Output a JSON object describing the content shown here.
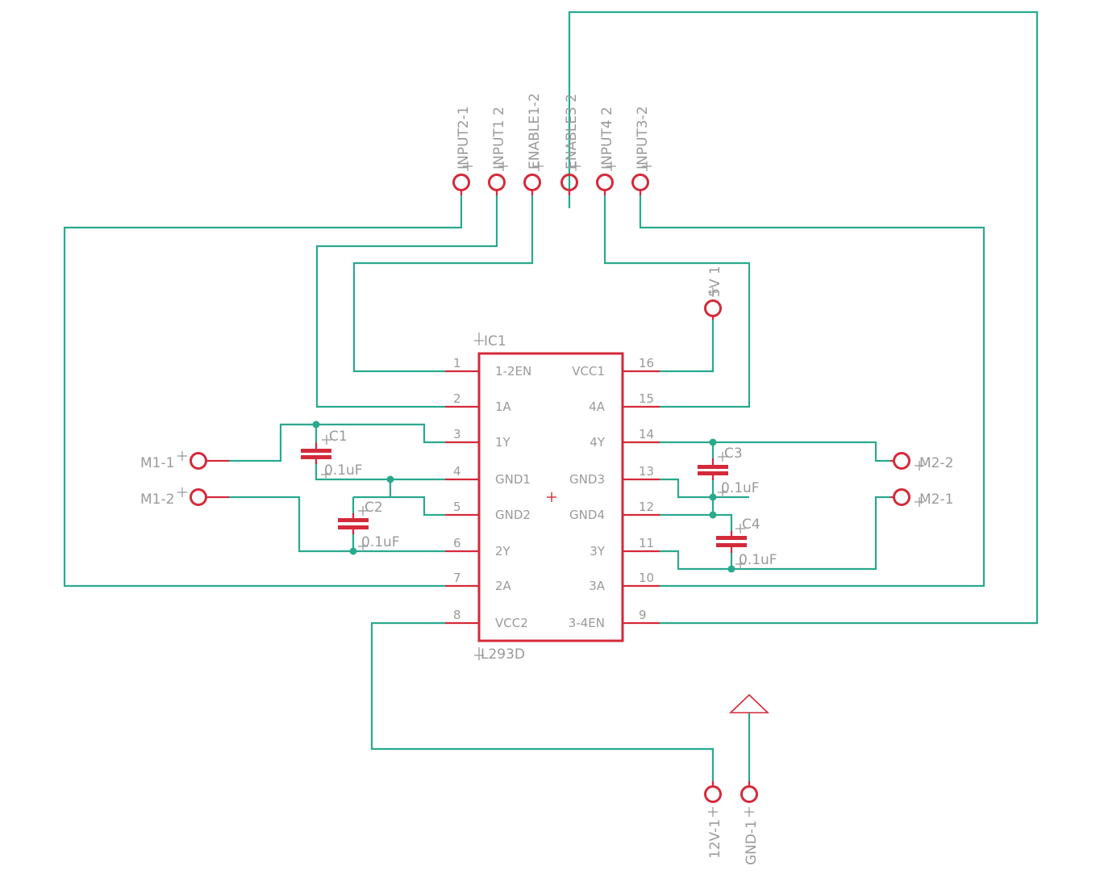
{
  "ic": {
    "name": "IC1",
    "value": "L293D",
    "left_pins": [
      {
        "num": "1",
        "name": "1-2EN"
      },
      {
        "num": "2",
        "name": "1A"
      },
      {
        "num": "3",
        "name": "1Y"
      },
      {
        "num": "4",
        "name": "GND1"
      },
      {
        "num": "5",
        "name": "GND2"
      },
      {
        "num": "6",
        "name": "2Y"
      },
      {
        "num": "7",
        "name": "2A"
      },
      {
        "num": "8",
        "name": "VCC2"
      }
    ],
    "right_pins": [
      {
        "num": "16",
        "name": "VCC1"
      },
      {
        "num": "15",
        "name": "4A"
      },
      {
        "num": "14",
        "name": "4Y"
      },
      {
        "num": "13",
        "name": "GND3"
      },
      {
        "num": "12",
        "name": "GND4"
      },
      {
        "num": "11",
        "name": "3Y"
      },
      {
        "num": "10",
        "name": "3A"
      },
      {
        "num": "9",
        "name": "3-4EN"
      }
    ]
  },
  "top_pads": [
    {
      "label": "INPUT2-1"
    },
    {
      "label": "INPUT1 2"
    },
    {
      "label": "ENABLE1-2"
    },
    {
      "label": "ENABLE3 2"
    },
    {
      "label": "INPUT4 2"
    },
    {
      "label": "INPUT3-2"
    }
  ],
  "pads": {
    "v5": "5V 1",
    "m1_1": "M1-1",
    "m1_2": "M1-2",
    "m2_2": "M2-2",
    "m2_1": "M2-1",
    "v12": "12V-1",
    "gnd": "GND-1"
  },
  "capacitors": [
    {
      "name": "C1",
      "value": "0.1uF"
    },
    {
      "name": "C2",
      "value": "0.1uF"
    },
    {
      "name": "C3",
      "value": "0.1uF"
    },
    {
      "name": "C4",
      "value": "0.1uF"
    }
  ],
  "colors": {
    "wire": "#2aa98e",
    "component": "#d42a3a",
    "label": "#9a9a9a",
    "background": "#ffffff"
  }
}
